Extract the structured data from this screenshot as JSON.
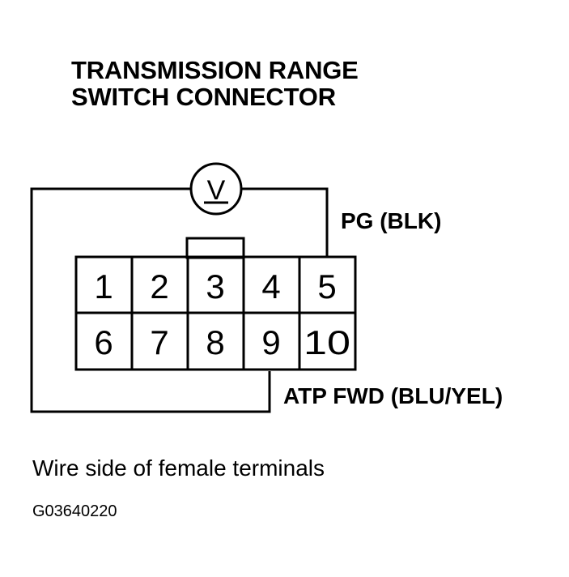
{
  "title": {
    "line1": "TRANSMISSION RANGE",
    "line2": "SWITCH CONNECTOR"
  },
  "meter": {
    "symbol": "V",
    "icon": "voltmeter-icon"
  },
  "connector": {
    "top_row": [
      "1",
      "2",
      "3",
      "4",
      "5"
    ],
    "bottom_row": [
      "6",
      "7",
      "8",
      "9",
      "10"
    ]
  },
  "labels": {
    "pg": "PG (BLK)",
    "atp": "ATP FWD (BLU/YEL)"
  },
  "caption": "Wire side of female terminals",
  "figure_id": "G03640220"
}
